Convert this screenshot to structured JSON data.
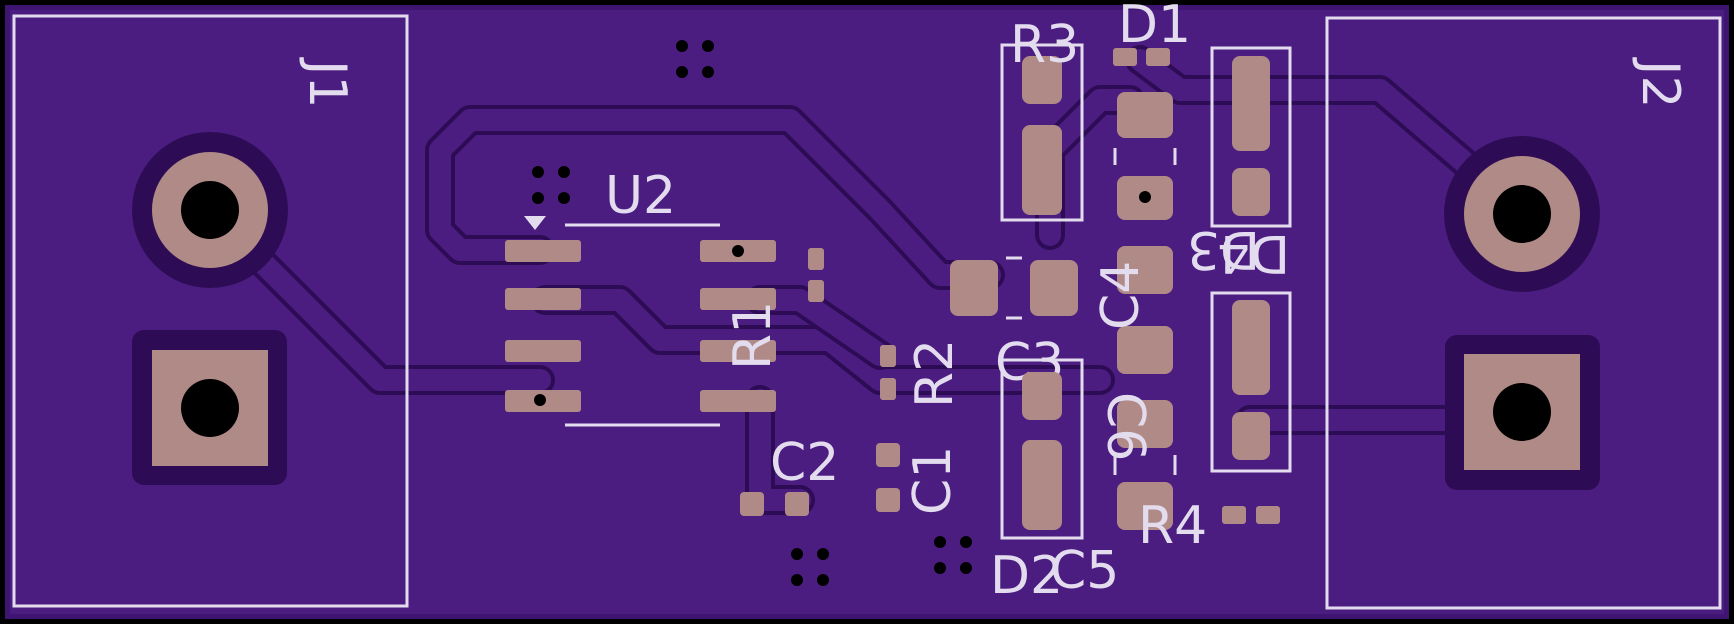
{
  "board": {
    "colors": {
      "outline": "#000000",
      "substrate": "#3f1573",
      "copper_fill": "#4b1d80",
      "clearance": "#2e0c55",
      "pad": "#b08a86",
      "silkscreen": "#e3dcef",
      "drill": "#000000"
    }
  },
  "designators": {
    "j1": "J1",
    "j2": "J2",
    "u2": "U2",
    "r1": "R1",
    "r2": "R2",
    "r3": "R3",
    "r4": "R4",
    "c1": "C1",
    "c2": "C2",
    "c3": "C3",
    "c4": "C4",
    "c5": "C5",
    "c6": "C6",
    "d1": "D1",
    "d2": "D2",
    "d3": "D3",
    "d4": "D4"
  }
}
